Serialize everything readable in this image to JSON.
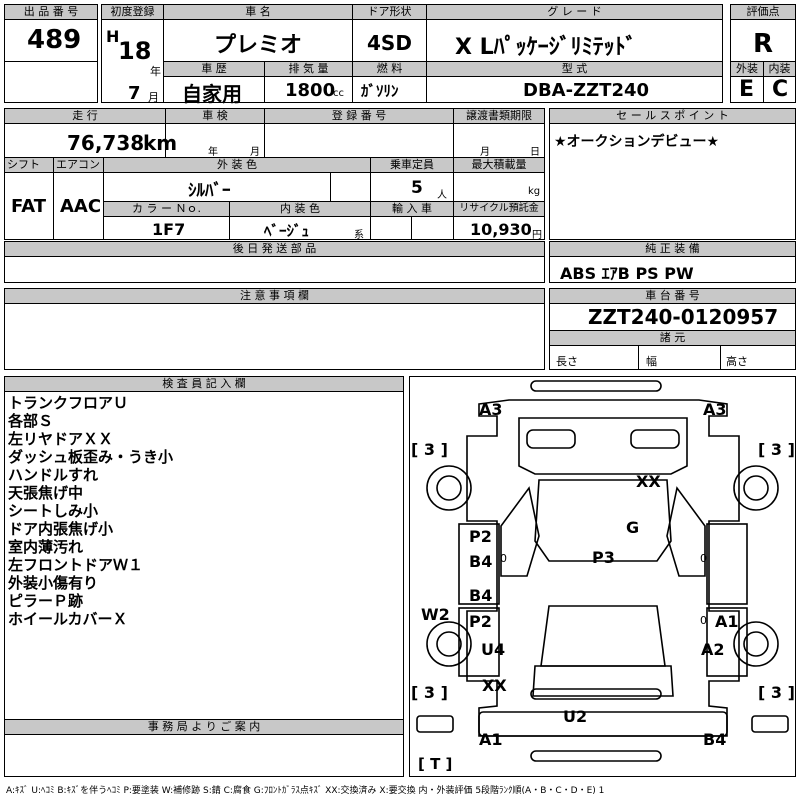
{
  "headers": {
    "lot_no": "出 品 番 号",
    "first_reg": "初度登録",
    "car_name": "車 名",
    "door": "ドア形状",
    "grade": "グ レ ー ド",
    "score": "評価点",
    "history": "車 歴",
    "displacement": "排 気 量",
    "fuel": "燃 料",
    "model_code": "型 式",
    "exterior": "外装",
    "interior": "内装",
    "mileage": "走 行",
    "inspection": "車 検",
    "reg_no": "登 録 番 号",
    "transfer": "譲渡書類期限",
    "sales_point": "セ ー ル ス ポ イ ン ト",
    "shift": "シフト",
    "aircon": "エアコン",
    "ext_color": "外 装 色",
    "capacity": "乗車定員",
    "max_load": "最大積載量",
    "color_no": "カ ラ ー Ｎｏ.",
    "int_color": "内 装 色",
    "import": "輸 入 車",
    "recycle": "リサイクル預託金",
    "later_parts": "後 日 発 送 部 品",
    "genuine": "純 正 装 備",
    "notes": "注 意 事 項 欄",
    "chassis": "車 台 番 号",
    "specs": "諸 元",
    "inspector": "検 査 員 記 入 欄",
    "office": "事 務 局 よ り ご 案 内"
  },
  "vehicle": {
    "lot_no": "489",
    "era": "H",
    "year": "18",
    "year_unit": "年",
    "month": "7",
    "month_unit": "月",
    "car_name": "プレミオ",
    "door": "4SD",
    "grade": "X Lﾊﾟｯｹｰｼﾞﾘﾐﾃｯﾄﾞ",
    "score": "R",
    "history": "自家用",
    "displacement": "1800",
    "displacement_unit": "cc",
    "fuel": "ｶﾞｿﾘﾝ",
    "model_code": "DBA-ZZT240",
    "exterior_grade": "E",
    "interior_grade": "C",
    "mileage": "76,738",
    "mileage_unit": "km",
    "insp_year_unit": "年",
    "insp_month_unit": "月",
    "transfer_month": "月",
    "transfer_day": "日",
    "sales_point": "★オークションデビュー★",
    "shift": "FAT",
    "aircon": "AAC",
    "ext_color": "ｼﾙﾊﾞｰ",
    "capacity": "5",
    "capacity_unit": "人",
    "load_unit": "kg",
    "color_no": "1F7",
    "int_color": "ﾍﾞｰｼﾞｭ",
    "int_color_suffix": "系",
    "recycle": "10,930",
    "recycle_unit": "円",
    "genuine": "ABS ｴｱB PS PW",
    "chassis": "ZZT240-0120957",
    "spec_length": "長さ",
    "spec_width": "幅",
    "spec_height": "高さ"
  },
  "inspector_notes": [
    "トランクフロアＵ",
    "各部Ｓ",
    "左リヤドアＸＸ",
    "ダッシュ板歪み・うき小",
    "ハンドルすれ",
    "天張焦げ中",
    "シートしみ小",
    "ドア内張焦げ小",
    "室内薄汚れ",
    "左フロントドアＷ１",
    "外装小傷有り",
    "ピラーＰ跡",
    "ホイールカバーＸ"
  ],
  "diagram": {
    "a3_left": "A3",
    "a3_right": "A3",
    "xx_top": "XX",
    "g": "G",
    "p2_upper": "P2",
    "b4_upper": "B4",
    "p3": "P3",
    "b4_lower": "B4",
    "p2_lower": "P2",
    "w2": "W2",
    "a1_right": "A1",
    "u4": "U4",
    "a2": "A2",
    "xx_bottom": "XX",
    "u2": "U2",
    "a1_bottom": "A1",
    "b4_bottom": "B4",
    "tire_tl": "3",
    "tire_tr": "3",
    "tire_bl": "3",
    "tire_br": "3",
    "spare": "T",
    "zero1": "0",
    "zero2": "0",
    "zero3": "0"
  },
  "legend": "A:ｷｽﾞ U:ﾍｺﾐ B:ｷｽﾞを伴うﾍｺﾐ P:要塗装 W:補修跡 S:錆 C:腐食 G:ﾌﾛﾝﾄｶﾞﾗｽ点ｷｽﾞ XX:交換済み X:要交換 内・外装評価 5段階ﾗﾝｸ順(A・B・C・D・E) 1"
}
